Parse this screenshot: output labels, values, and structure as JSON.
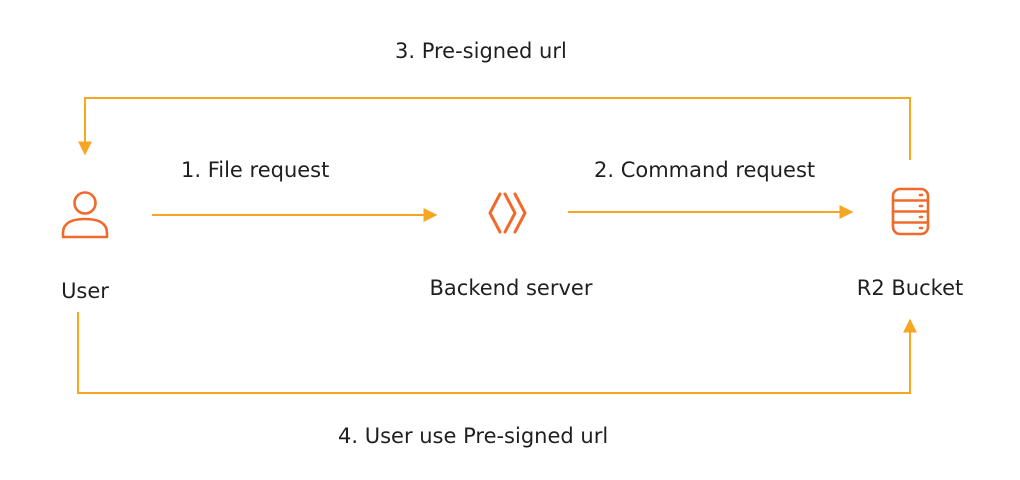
{
  "nodes": {
    "user": {
      "label": "User",
      "icon": "user-icon"
    },
    "backend": {
      "label": "Backend server",
      "icon": "backend-server-icon"
    },
    "bucket": {
      "label": "R2 Bucket",
      "icon": "database-icon"
    }
  },
  "edges": {
    "file_request": "1. File request",
    "command_request": "2. Command request",
    "presigned_url": "3. Pre-signed url",
    "user_use_presigned": "4. User use Pre-signed url"
  },
  "colors": {
    "arrow": "#f6a623",
    "icon": "#f06a2b",
    "text": "#1f1f1f"
  }
}
